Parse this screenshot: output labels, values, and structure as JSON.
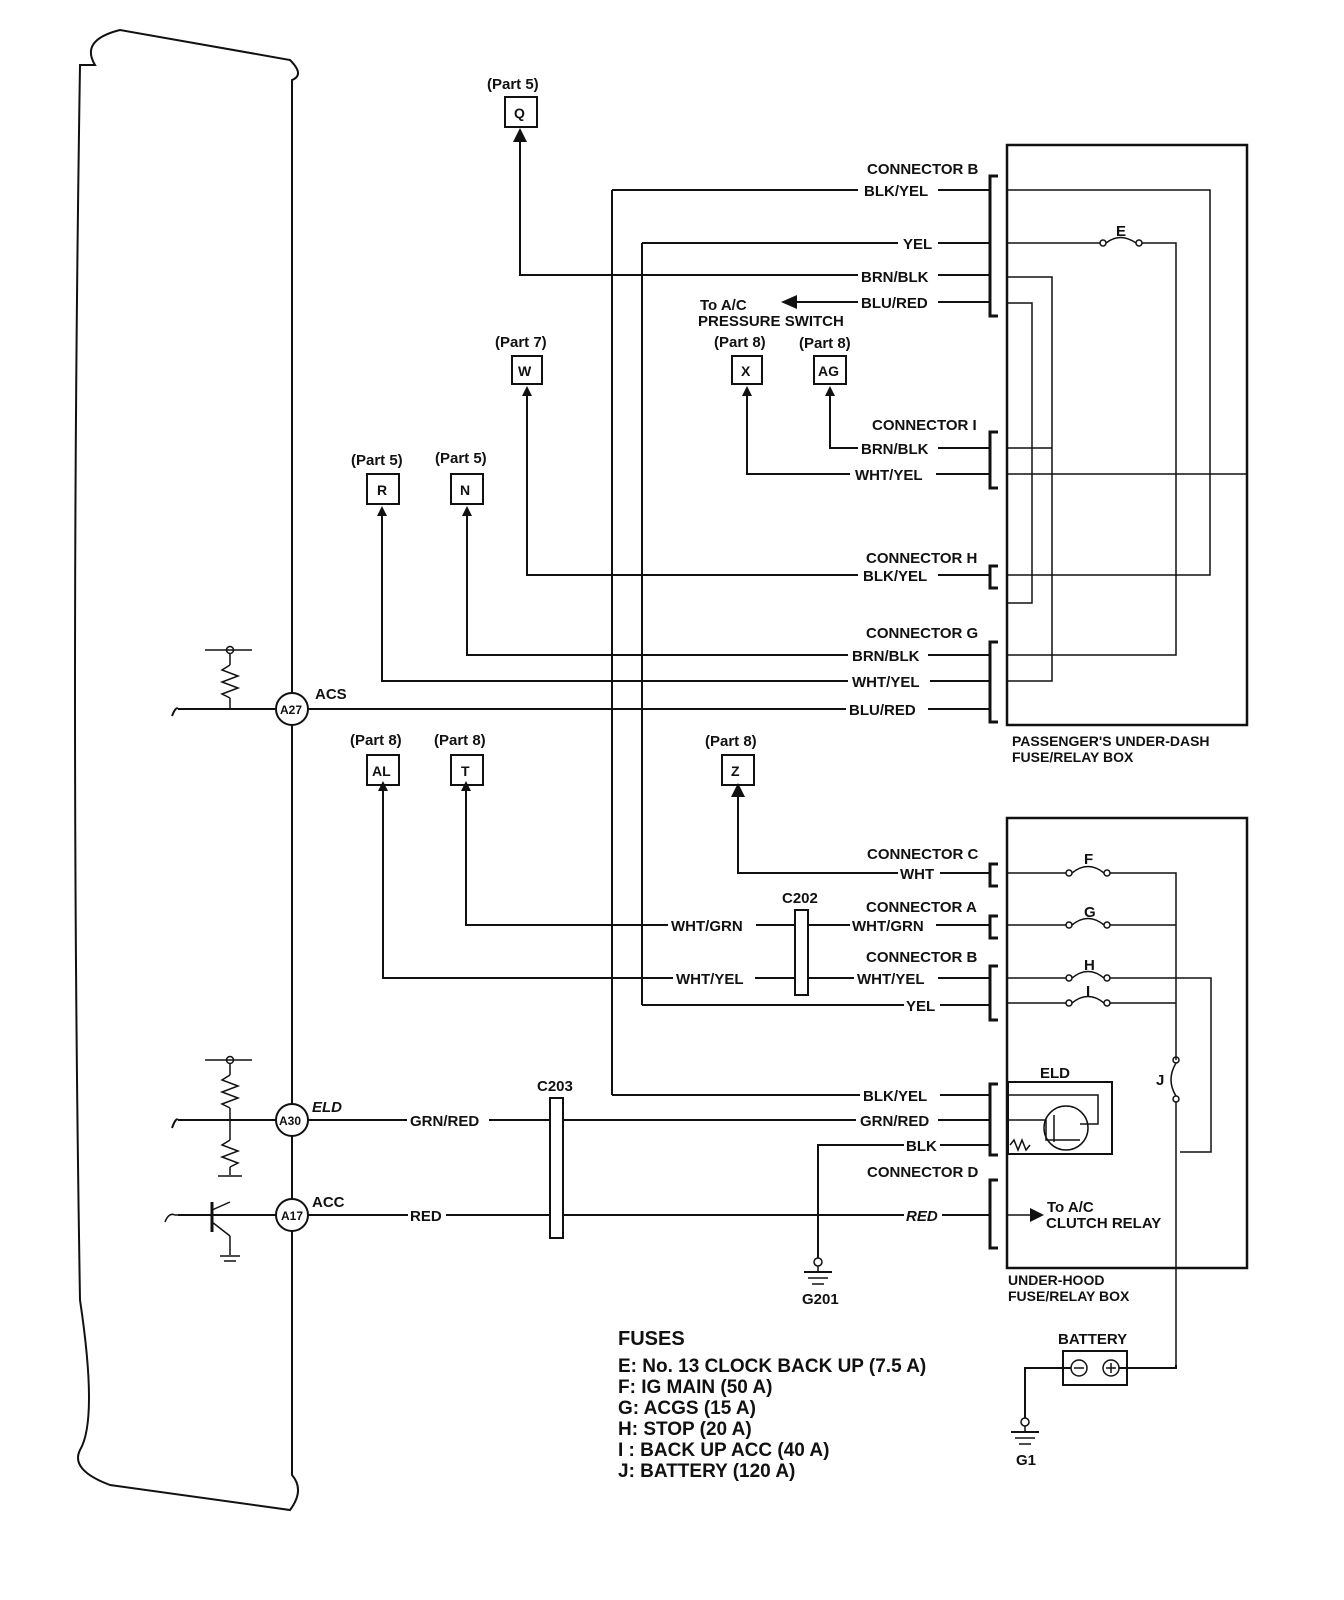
{
  "ecu_pins": {
    "a27": {
      "pin": "A27",
      "signal": "ACS"
    },
    "a30": {
      "pin": "A30",
      "signal": "ELD"
    },
    "a17": {
      "pin": "A17",
      "signal": "ACC"
    }
  },
  "terminals": {
    "q": {
      "part": "(Part 5)",
      "letter": "Q"
    },
    "w": {
      "part": "(Part 7)",
      "letter": "W"
    },
    "x": {
      "part": "(Part 8)",
      "letter": "X"
    },
    "ag": {
      "part": "(Part 8)",
      "letter": "AG"
    },
    "r": {
      "part": "(Part 5)",
      "letter": "R"
    },
    "n": {
      "part": "(Part 5)",
      "letter": "N"
    },
    "al": {
      "part": "(Part 8)",
      "letter": "AL"
    },
    "t": {
      "part": "(Part 8)",
      "letter": "T"
    },
    "z": {
      "part": "(Part 8)",
      "letter": "Z"
    }
  },
  "passenger_box": {
    "name_line1": "PASSENGER'S UNDER-DASH",
    "name_line2": "FUSE/RELAY BOX",
    "connector_b": "CONNECTOR B",
    "connector_i": "CONNECTOR I",
    "connector_h": "CONNECTOR H",
    "connector_g": "CONNECTOR G",
    "fuse_e": "E",
    "to_ac_line1": "To A/C",
    "to_ac_line2": "PRESSURE SWITCH"
  },
  "underhood_box": {
    "name_line1": "UNDER-HOOD",
    "name_line2": "FUSE/RELAY BOX",
    "connector_c": "CONNECTOR C",
    "connector_a": "CONNECTOR A",
    "connector_b": "CONNECTOR B",
    "connector_d": "CONNECTOR D",
    "fuse_f": "F",
    "fuse_g": "G",
    "fuse_h": "H",
    "fuse_i": "I",
    "fuse_j": "J",
    "eld": "ELD",
    "to_clutch_line1": "To A/C",
    "to_clutch_line2": "CLUTCH RELAY"
  },
  "wires": {
    "b_blkyel": "BLK/YEL",
    "b_yel": "YEL",
    "b_brnblk": "BRN/BLK",
    "b_blured": "BLU/RED",
    "i_brnblk": "BRN/BLK",
    "i_whtyel": "WHT/YEL",
    "h_blkyel": "BLK/YEL",
    "g_brnblk": "BRN/BLK",
    "g_whtyel": "WHT/YEL",
    "g_blured": "BLU/RED",
    "c_wht": "WHT",
    "a_whtgrn_r": "WHT/GRN",
    "a_whtgrn_l": "WHT/GRN",
    "ub_whtyel_r": "WHT/YEL",
    "ub_whtyel_l": "WHT/YEL",
    "ub_yel": "YEL",
    "eld_blkyel": "BLK/YEL",
    "eld_grnred_r": "GRN/RED",
    "eld_grnred_l": "GRN/RED",
    "eld_blk": "BLK",
    "d_red_r": "RED",
    "d_red_l": "RED"
  },
  "connectors": {
    "c202": "C202",
    "c203": "C203"
  },
  "grounds": {
    "g201": "G201",
    "g1": "G1"
  },
  "battery": "BATTERY",
  "fuses": {
    "title": "FUSES",
    "items": [
      "E: No. 13 CLOCK BACK UP (7.5 A)",
      "F: IG MAIN (50 A)",
      "G: ACGS (15 A)",
      "H: STOP (20 A)",
      "I : BACK UP ACC (40 A)",
      "J: BATTERY (120 A)"
    ]
  }
}
